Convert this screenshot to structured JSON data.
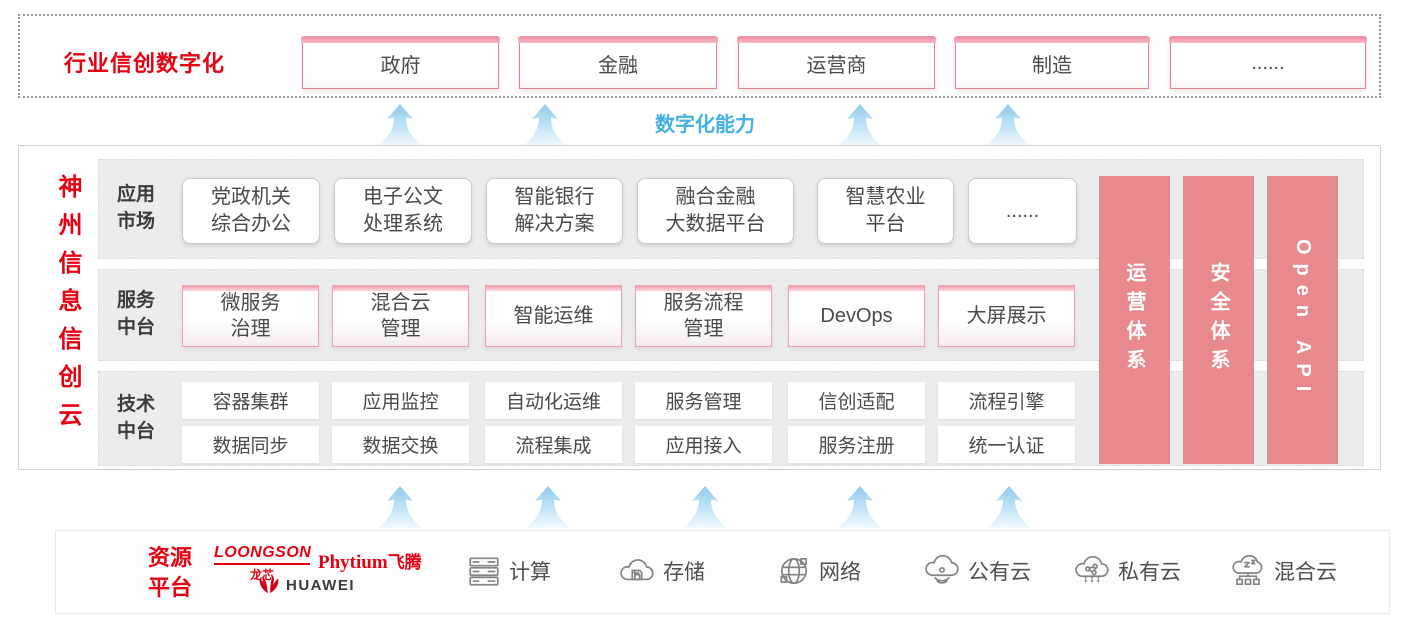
{
  "top": {
    "title": "行业信创数字化",
    "industries": [
      "政府",
      "金融",
      "运营商",
      "制造",
      "......"
    ]
  },
  "capability_label": "数字化能力",
  "platform": {
    "vertical_title": "神州信息信创云",
    "app_market": {
      "label": "应用市场",
      "items": [
        "党政机关\n综合办公",
        "电子公文\n处理系统",
        "智能银行\n解决方案",
        "融合金融\n大数据平台",
        "智慧农业\n平台",
        "......"
      ]
    },
    "service_platform": {
      "label": "服务中台",
      "items": [
        "微服务\n治理",
        "混合云\n管理",
        "智能运维",
        "服务流程\n管理",
        "DevOps",
        "大屏展示"
      ]
    },
    "tech_platform": {
      "label": "技术中台",
      "row1": [
        "容器集群",
        "应用监控",
        "自动化运维",
        "服务管理",
        "信创适配",
        "流程引擎"
      ],
      "row2": [
        "数据同步",
        "数据交换",
        "流程集成",
        "应用接入",
        "服务注册",
        "统一认证"
      ]
    },
    "side_bars": [
      "运营体系",
      "安全体系",
      "Open API"
    ]
  },
  "resources": {
    "title": "资源平台",
    "vendors": {
      "loongson": "LOONGSON",
      "loongson_cn": "龙芯",
      "phytium": "Phytium",
      "phytium_cn": "飞腾",
      "huawei": "HUAWEI"
    },
    "items": [
      {
        "icon": "compute-icon",
        "label": "计算"
      },
      {
        "icon": "storage-icon",
        "label": "存储"
      },
      {
        "icon": "network-icon",
        "label": "网络"
      },
      {
        "icon": "public-cloud-icon",
        "label": "公有云"
      },
      {
        "icon": "private-cloud-icon",
        "label": "私有云"
      },
      {
        "icon": "hybrid-cloud-icon",
        "label": "混合云"
      }
    ]
  },
  "colors": {
    "brand_red": "#e60012",
    "bar_salmon": "#e8898d",
    "accent_blue": "#41b1e4",
    "pink_border": "#ee8296",
    "row_gray": "#ececec",
    "arrow_blue": "#9fd2f0"
  }
}
